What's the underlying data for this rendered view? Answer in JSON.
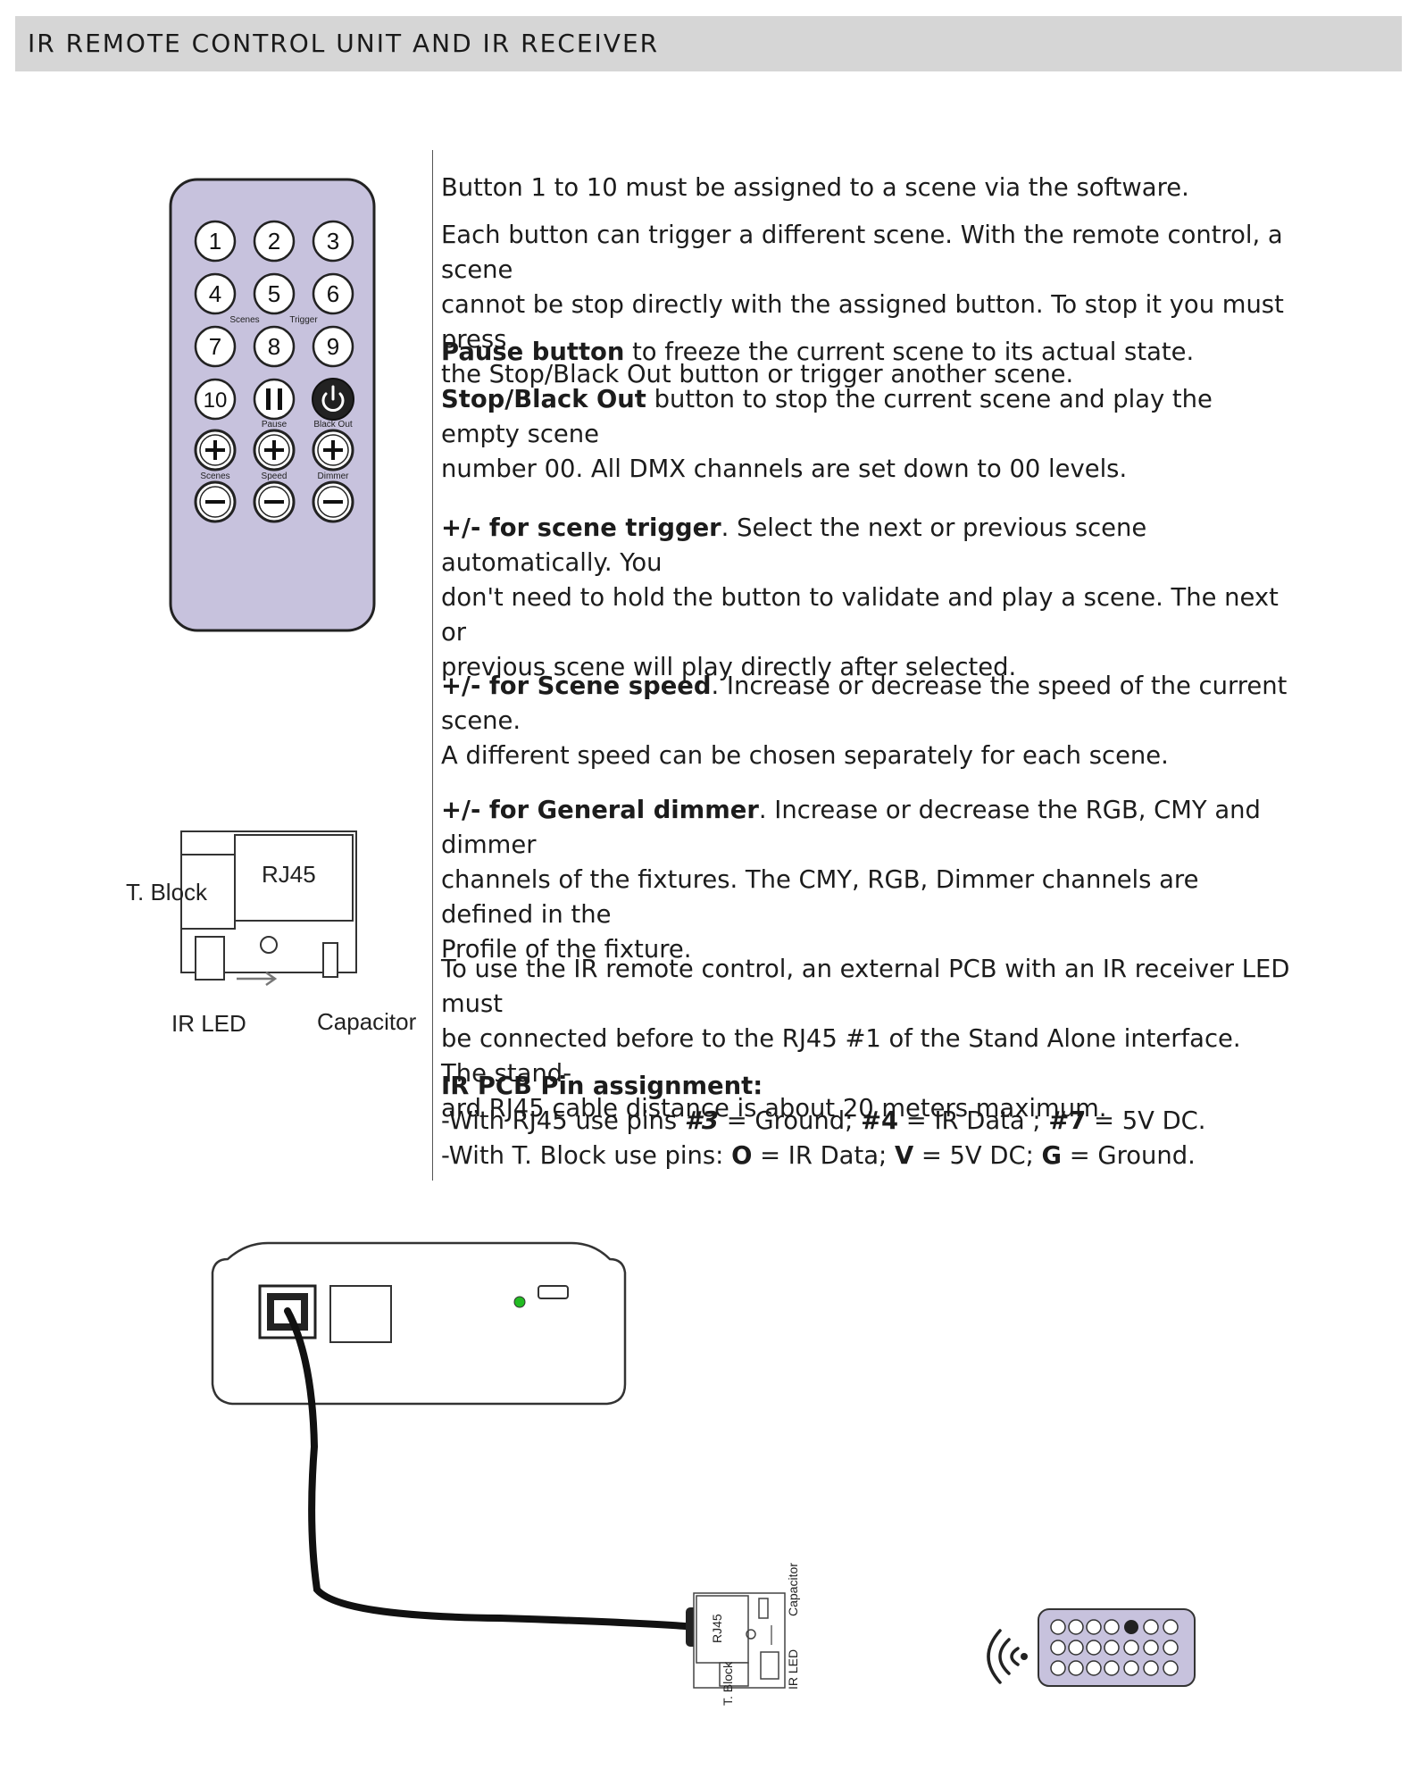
{
  "header": {
    "title": "IR REMOTE  CONTROL UNIT AND IR RECEIVER"
  },
  "remote": {
    "buttons_row1": [
      "1",
      "2",
      "3"
    ],
    "buttons_row2": [
      "4",
      "5",
      "6"
    ],
    "buttons_row3": [
      "7",
      "8",
      "9"
    ],
    "button10": "10",
    "label_scenes": "Scenes",
    "label_trigger": "Trigger",
    "label_pause": "Pause",
    "label_blackout": "Black Out",
    "label_scenes2": "Scenes",
    "label_speed": "Speed",
    "label_dimmer": "Dimmer",
    "body_color": "#c7c2dd"
  },
  "pcb": {
    "tblock": "T. Block",
    "rj45": "RJ45",
    "irled": "IR LED",
    "capacitor": "Capacitor"
  },
  "paragraphs": {
    "p1": "Button 1 to 10 must be assigned to a scene via the software.",
    "p2_l1": "Each button can trigger a different scene. With the remote control, a scene",
    "p2_l2": "cannot be stop directly with the assigned button. To stop it you must press",
    "p2_l3": "the Stop/Black Out button or trigger another scene.",
    "p3_bold": "Pause button",
    "p3_rest": " to freeze the current scene to its actual state.",
    "p4_bold": "Stop/Black Out",
    "p4_rest": " button to stop the current scene and play the empty scene",
    "p4_l2": "number 00. All DMX channels are set down to 00 levels.",
    "p5_bold": "+/- for scene trigger",
    "p5_rest": ". Select the next or previous scene automatically. You",
    "p5_l2": "don't need to hold the button to validate and play a scene. The next or",
    "p5_l3": "previous scene will play directly after selected.",
    "p6_bold": "+/- for Scene speed",
    "p6_rest": ". Increase or decrease the speed of the current scene.",
    "p6_l2": "A different speed can be chosen separately for each scene.",
    "p7_bold": "+/- for General dimmer",
    "p7_rest": ". Increase or decrease the RGB, CMY and dimmer",
    "p7_l2": "channels of the fixtures. The CMY, RGB, Dimmer channels are defined in the",
    "p7_l3": "Profile of the fixture.",
    "p8_l1": "To use the IR remote control, an external PCB with an IR receiver LED must",
    "p8_l2": "be connected before to the RJ45 #1 of the Stand Alone interface. The stand-",
    "p8_l3": "ard RJ45 cable distance is about 20 meters maximum.",
    "pin_title": "IR PCB Pin assignment:",
    "pin_l1_a": "-With RJ45 use pins ",
    "pin_l1_b": "#3",
    "pin_l1_c": " = Ground; ",
    "pin_l1_d": "#4",
    "pin_l1_e": " = IR Data ; ",
    "pin_l1_f": "#7",
    "pin_l1_g": " = 5V DC.",
    "pin_l2_a": "-With T. Block use pins: ",
    "pin_l2_b": "O",
    "pin_l2_c": " = IR Data; ",
    "pin_l2_d": "V",
    "pin_l2_e": " = 5V DC; ",
    "pin_l2_f": "G",
    "pin_l2_g": " = Ground."
  },
  "diagram": {
    "small_rj45": "RJ45",
    "small_tblock": "T. Block",
    "small_irled": "IR LED",
    "small_capacitor": "Capacitor",
    "led_color": "#22bb22"
  }
}
